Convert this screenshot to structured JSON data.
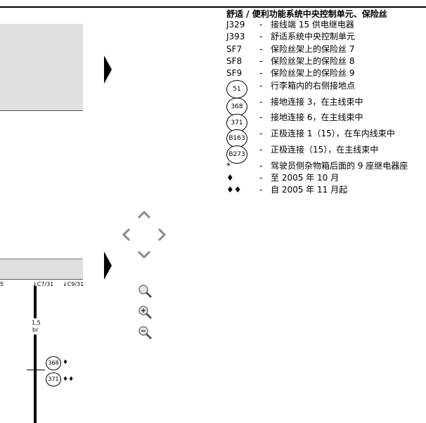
{
  "legend": {
    "title": "舒适 / 便利功能系统中央控制单元、保险丝",
    "items": [
      {
        "code": "J329",
        "desc": "接线端 15 供电继电器"
      },
      {
        "code": "J393",
        "desc": "舒适系统中央控制单元"
      },
      {
        "code": "SF7",
        "desc": "保险丝架上的保险丝 7"
      },
      {
        "code": "SF8",
        "desc": "保险丝架上的保险丝 8"
      },
      {
        "code": "SF9",
        "desc": "保险丝架上的保险丝 9"
      },
      {
        "code": "51",
        "desc": "行李箱内的右侧接地点"
      },
      {
        "code": "368",
        "desc": "接地连接 3，在主线束中"
      },
      {
        "code": "371",
        "desc": "接地连接 6，在主线束中"
      },
      {
        "code": "B163",
        "desc": "正极连接 1（15），在车内线束中"
      },
      {
        "code": "B273",
        "desc": "正极连接（15），在主线束中"
      },
      {
        "code": "*",
        "desc": "驾驶员侧杂物箱后面的 9 座继电器座"
      },
      {
        "code": "♦",
        "desc": "至 2005 年 10 月"
      },
      {
        "code": "♦♦",
        "desc": "自 2005 年 11 月起"
      }
    ],
    "dash": "-"
  },
  "diagram": {
    "connector_left": "5",
    "connector_c7": "C7/31",
    "connector_c9": "C9/31",
    "wire_size": "1,5",
    "wire_color": "br",
    "ground_368": "368",
    "ground_368_mark": "♦",
    "ground_371": "371",
    "ground_371_mark": "♦♦"
  },
  "icons": {
    "nav": [
      "arrow-up-icon",
      "arrow-left-icon",
      "arrow-right-icon",
      "arrow-down-icon"
    ],
    "zoom": [
      "magnifier-icon",
      "zoom-in-icon",
      "zoom-out-icon"
    ],
    "icon_color": "#8a8a8a"
  }
}
